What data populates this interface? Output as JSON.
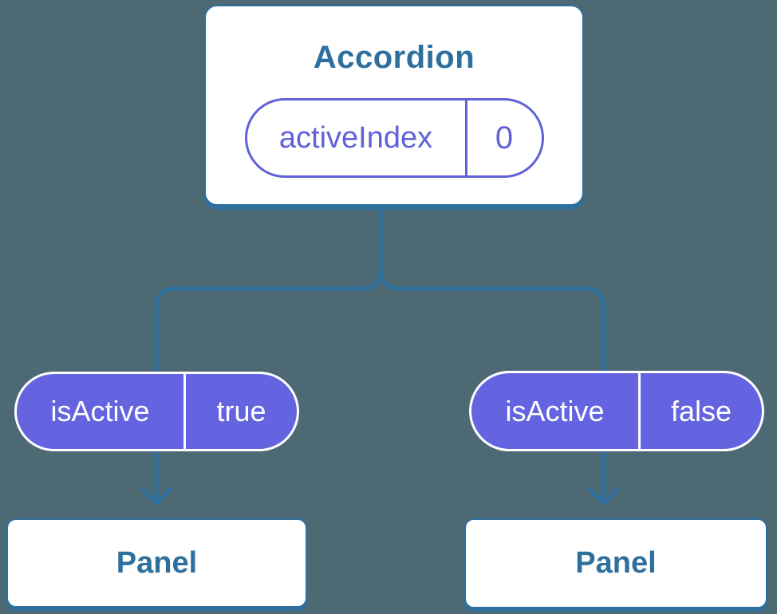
{
  "colors": {
    "background": "#4d6973",
    "line_blue": "#2e6f9e",
    "node_text_blue": "#2e6f9e",
    "prop_purple": "#6161d9",
    "state_pill_fill": "#6464e0",
    "card_fill": "#ffffff"
  },
  "tree": {
    "root": {
      "title": "Accordion",
      "prop": {
        "name": "activeIndex",
        "value": "0"
      }
    },
    "children": [
      {
        "state": {
          "name": "isActive",
          "value": "true"
        },
        "label": "Panel"
      },
      {
        "state": {
          "name": "isActive",
          "value": "false"
        },
        "label": "Panel"
      }
    ]
  }
}
